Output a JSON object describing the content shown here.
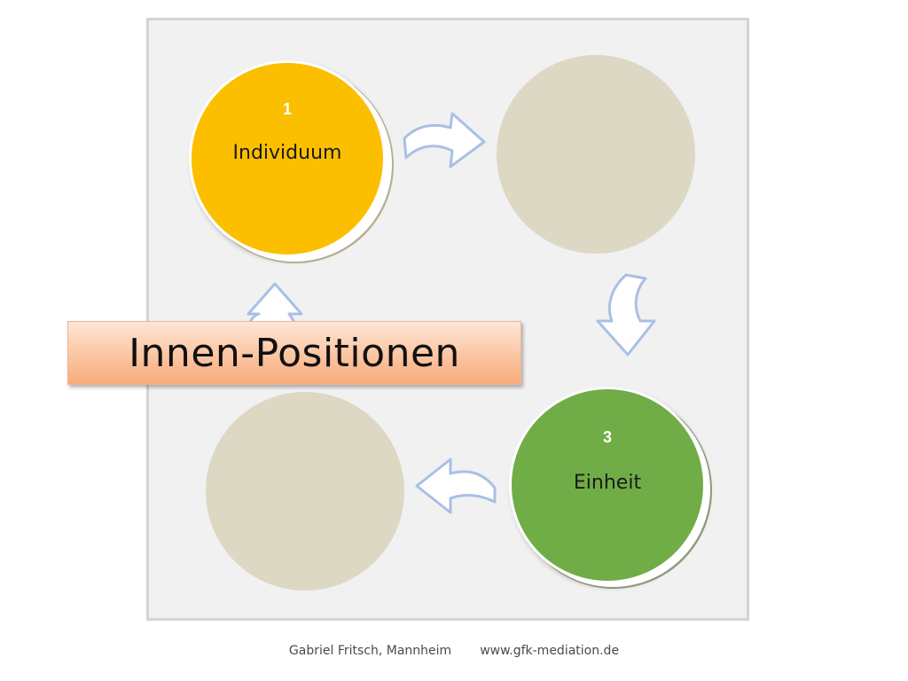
{
  "diagram": {
    "title": "Innen-Positionen",
    "nodes": [
      {
        "id": "n1",
        "number": "1",
        "label": "Individuum",
        "color": "#fbbf00"
      },
      {
        "id": "n2",
        "number": "",
        "label": "",
        "color": "#ddd8c4"
      },
      {
        "id": "n3",
        "number": "3",
        "label": "Einheit",
        "color": "#71ad47"
      },
      {
        "id": "n4",
        "number": "",
        "label": "",
        "color": "#ddd8c4"
      }
    ],
    "edges": [
      {
        "from": "n1",
        "to": "n2"
      },
      {
        "from": "n2",
        "to": "n3"
      },
      {
        "from": "n3",
        "to": "n4"
      },
      {
        "from": "n4",
        "to": "n1"
      }
    ],
    "arrow_color": "#a9c0e4"
  },
  "footer": {
    "author": "Gabriel Fritsch, Mannheim",
    "website": "www.gfk-mediation.de"
  }
}
